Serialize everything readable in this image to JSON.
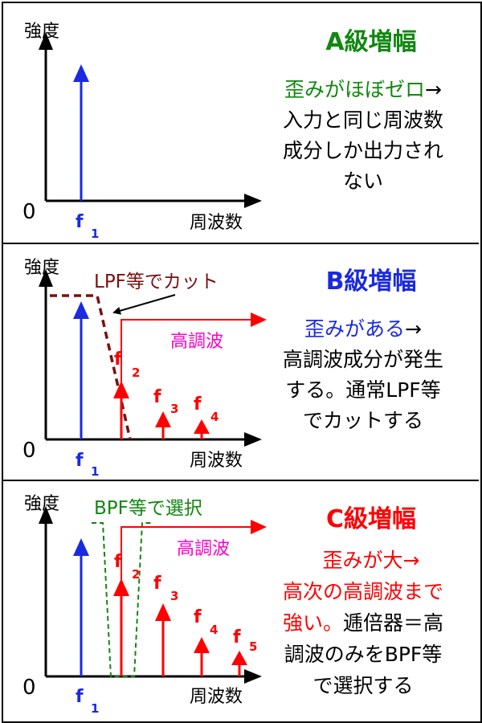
{
  "colors": {
    "blue": "#1a2ae0",
    "red": "#ff0000",
    "green": "#118811",
    "dark_red": "#7a1010",
    "magenta": "#ff00cc",
    "black": "#000000"
  },
  "axis": {
    "y_label": "強度",
    "x_label": "周波数",
    "zero": "0"
  },
  "panels": [
    {
      "title": "A級増幅",
      "title_color": "#118811",
      "desc_colored": "歪みがほぼゼロ",
      "desc_colored_color": "#118811",
      "desc_lines": [
        "歪みがほぼゼロ→",
        "入力と同じ周波数",
        "成分しか出力され",
        "ない"
      ],
      "f1": "f",
      "f1_sub": "1"
    },
    {
      "title": "B級増幅",
      "title_color": "#1a2ae0",
      "desc_colored": "歪みがある",
      "desc_colored_color": "#1a2ae0",
      "desc_lines": [
        "歪みがある→",
        "高調波成分が発生",
        "する。通常LPF等",
        "でカットする"
      ],
      "filter_label": "LPF等でカット",
      "harmonic_label": "高調波",
      "f1": "f",
      "f1_sub": "1",
      "f2": "f",
      "f2_sub": "2",
      "f3": "f",
      "f3_sub": "3",
      "f4": "f",
      "f4_sub": "4"
    },
    {
      "title": "C級増幅",
      "title_color": "#ff0000",
      "desc_colored": "歪みが大",
      "desc_colored_color": "#ff0000",
      "desc_lines": [
        "歪みが大→",
        "高次の高調波まで",
        "強い。逓倍器＝高",
        "調波のみをBPF等",
        "で選択する"
      ],
      "filter_label": "BPF等で選択",
      "harmonic_label": "高調波",
      "f1": "f",
      "f1_sub": "1",
      "f2": "f",
      "f2_sub": "2",
      "f3": "f",
      "f3_sub": "3",
      "f4": "f",
      "f4_sub": "4",
      "f5": "f",
      "f5_sub": "5"
    }
  ]
}
